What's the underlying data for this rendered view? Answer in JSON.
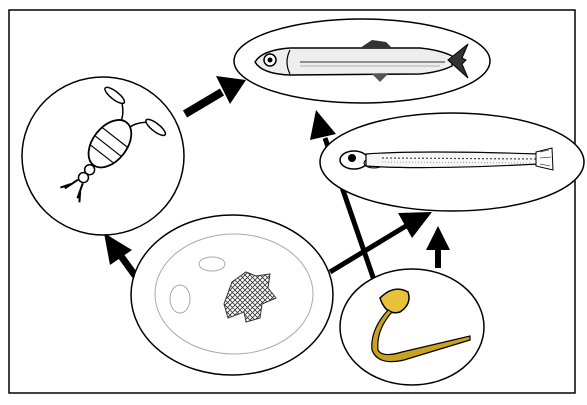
{
  "diagram": {
    "nodes": [
      {
        "id": "copepod",
        "icon": "copepod-icon"
      },
      {
        "id": "adult-fish",
        "icon": "adult-fish-icon"
      },
      {
        "id": "larval-fish",
        "icon": "larval-fish-icon"
      },
      {
        "id": "phytoplankton-cell",
        "icon": "phytoplankton-cell-icon"
      },
      {
        "id": "appendicularian",
        "icon": "appendicularian-icon"
      }
    ],
    "links": [
      {
        "from": "phytoplankton-cell",
        "to": "copepod"
      },
      {
        "from": "copepod",
        "to": "adult-fish"
      },
      {
        "from": "phytoplankton-cell",
        "to": "larval-fish"
      },
      {
        "from": "appendicularian",
        "to": "adult-fish"
      },
      {
        "from": "appendicularian",
        "to": "larval-fish"
      }
    ],
    "colors": {
      "line": "#000000",
      "appendicularian_fill": "#e8c23a",
      "appendicularian_tail": "#c9a21f",
      "fish_body": "#eeeeee",
      "fish_fin": "#333333"
    }
  }
}
